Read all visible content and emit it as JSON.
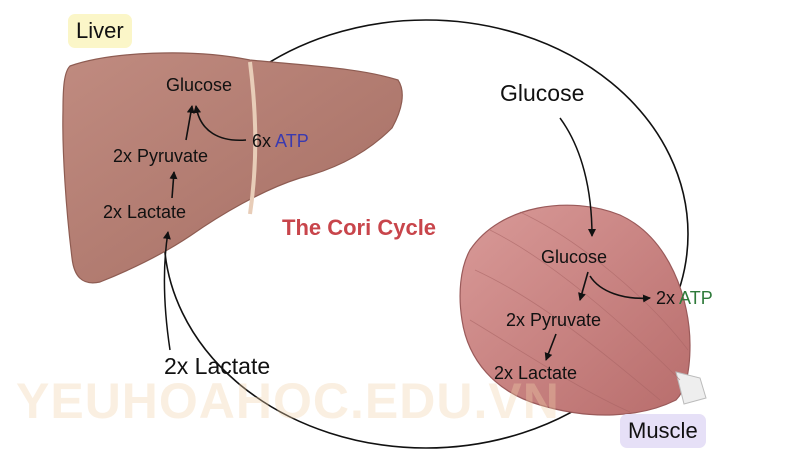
{
  "title": "The Cori Cycle",
  "organs": {
    "liver": "Liver",
    "muscle": "Muscle"
  },
  "cycle_labels": {
    "glucose": "Glucose",
    "lactate": "2x Lactate"
  },
  "liver_path": {
    "glucose": "Glucose",
    "pyruvate": "2x Pyruvate",
    "lactate": "2x Lactate",
    "atp_count": "6x",
    "atp": "ATP"
  },
  "muscle_path": {
    "glucose": "Glucose",
    "pyruvate": "2x Pyruvate",
    "lactate": "2x Lactate",
    "atp_count": "2x",
    "atp": "ATP"
  },
  "watermark": "YEUHOAHOC.EDU.VN",
  "colors": {
    "liver_fill": "#b17b70",
    "muscle_fill": "#c88787",
    "title": "#c8454b",
    "atp_liver": "#3a3ab0",
    "atp_muscle": "#2e7a3a"
  }
}
